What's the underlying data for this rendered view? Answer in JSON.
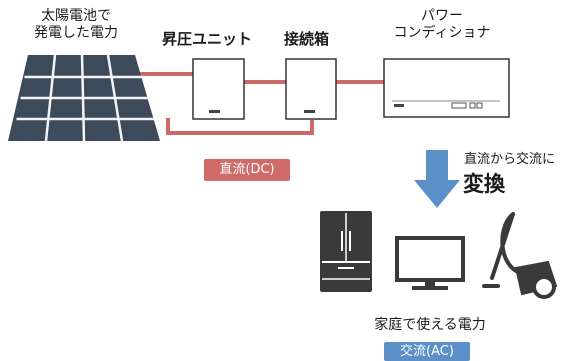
{
  "labels": {
    "source": [
      "太陽電池で",
      "発電した電力"
    ],
    "booster": "昇圧ユニット",
    "junction": "接続箱",
    "pcs": [
      "パワー",
      "コンディショナ"
    ],
    "dc": "直流(DC)",
    "conversion": "直流から交流に",
    "conversion_strong": "変換",
    "home": "家庭で使える電力",
    "ac": "交流(AC)"
  },
  "colors": {
    "dc_line": "#c96a69",
    "dc_badge": "#cf6b69",
    "ac_badge": "#5b8fc7",
    "arrow": "#5b8fc7",
    "panel": "#3d4a5a",
    "appliance": "#3a3a3a"
  },
  "icons": [
    "solar-panel-icon",
    "booster-unit-icon",
    "junction-box-icon",
    "power-conditioner-icon",
    "down-arrow-icon",
    "refrigerator-icon",
    "tv-icon",
    "vacuum-cleaner-icon"
  ]
}
